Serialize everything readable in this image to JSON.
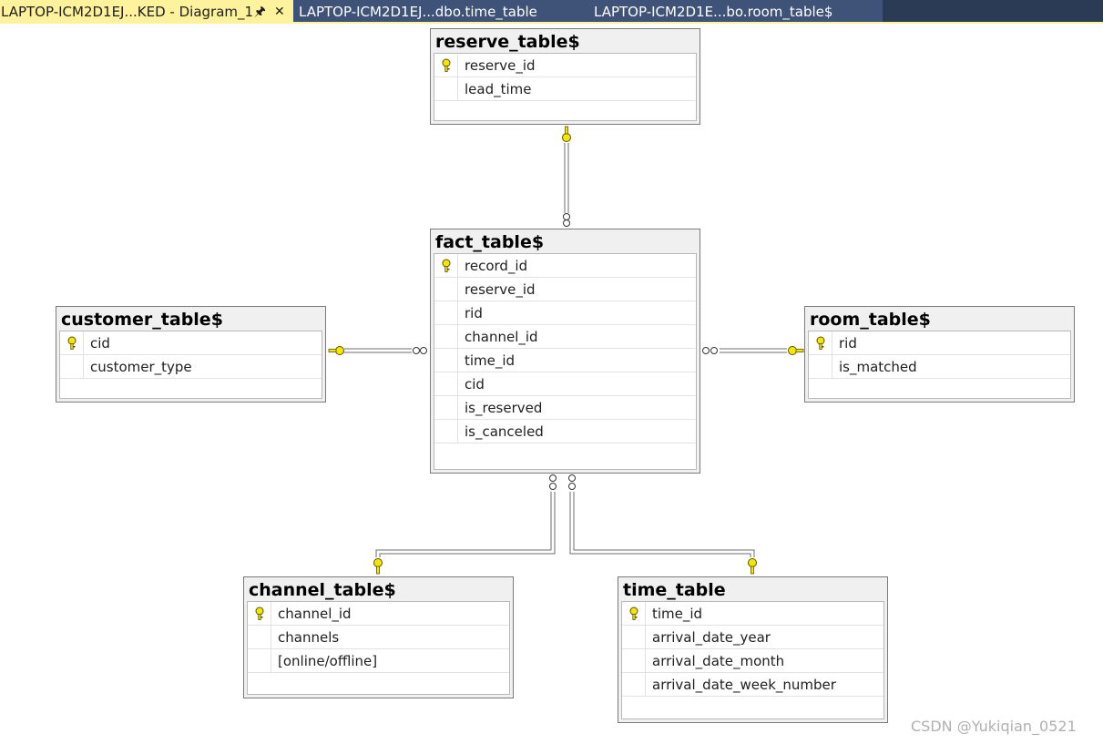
{
  "tabs": [
    {
      "label": "LAPTOP-ICM2D1EJ...KED - Diagram_1",
      "active": true
    },
    {
      "label": "LAPTOP-ICM2D1EJ...dbo.time_table",
      "active": false
    },
    {
      "label": "LAPTOP-ICM2D1E...bo.room_table$",
      "active": false
    }
  ],
  "tab_icons": {
    "pin": "pin-icon",
    "close": "close-icon"
  },
  "tables": {
    "reserve": {
      "title": "reserve_table$",
      "columns": [
        "reserve_id",
        "lead_time"
      ],
      "primary_key": "reserve_id"
    },
    "fact": {
      "title": "fact_table$",
      "columns": [
        "record_id",
        "reserve_id",
        "rid",
        "channel_id",
        "time_id",
        "cid",
        "is_reserved",
        "is_canceled"
      ],
      "primary_key": "record_id"
    },
    "customer": {
      "title": "customer_table$",
      "columns": [
        "cid",
        "customer_type"
      ],
      "primary_key": "cid"
    },
    "room": {
      "title": "room_table$",
      "columns": [
        "rid",
        "is_matched"
      ],
      "primary_key": "rid"
    },
    "channel": {
      "title": "channel_table$",
      "columns": [
        "channel_id",
        "channels",
        "[online/offline]"
      ],
      "primary_key": "channel_id"
    },
    "time": {
      "title": "time_table",
      "columns": [
        "time_id",
        "arrival_date_year",
        "arrival_date_month",
        "arrival_date_week_number"
      ],
      "primary_key": "time_id"
    }
  },
  "relationships": [
    {
      "from": "fact",
      "to": "reserve",
      "one_end": "key-icon",
      "many_end": "infinity-icon"
    },
    {
      "from": "fact",
      "to": "customer",
      "one_end": "key-icon",
      "many_end": "infinity-icon"
    },
    {
      "from": "fact",
      "to": "room",
      "one_end": "key-icon",
      "many_end": "infinity-icon"
    },
    {
      "from": "fact",
      "to": "channel",
      "one_end": "key-icon",
      "many_end": "infinity-icon"
    },
    {
      "from": "fact",
      "to": "time",
      "one_end": "key-icon",
      "many_end": "infinity-icon"
    }
  ],
  "colors": {
    "key": "#f5e600",
    "key_outline": "#5a5200",
    "line": "#6e6e6e",
    "tab_active": "#fff29d",
    "tab_bg": "#3f5277"
  },
  "watermark": "CSDN @Yukiqian_0521"
}
